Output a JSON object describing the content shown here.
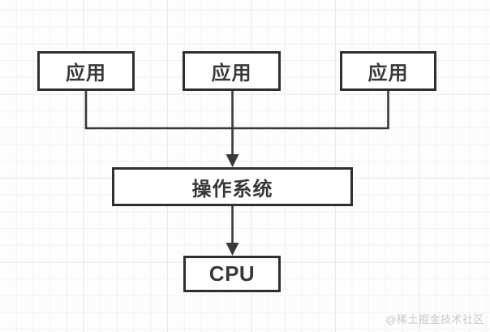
{
  "diagram": {
    "nodes": [
      {
        "id": "app1",
        "label": "应用"
      },
      {
        "id": "app2",
        "label": "应用"
      },
      {
        "id": "app3",
        "label": "应用"
      },
      {
        "id": "os",
        "label": "操作系统"
      },
      {
        "id": "cpu",
        "label": "CPU"
      }
    ],
    "edges": [
      {
        "from": "app1",
        "to": "os",
        "style": "elbow, merges into shared arrow"
      },
      {
        "from": "app2",
        "to": "os",
        "style": "straight, arrowhead down"
      },
      {
        "from": "app3",
        "to": "os",
        "style": "elbow, merges into shared arrow"
      },
      {
        "from": "os",
        "to": "cpu",
        "style": "straight, arrowhead down"
      }
    ]
  },
  "watermark": {
    "text": "@稀土掘金技术社区"
  },
  "colors": {
    "background": "#fdfdfe",
    "grid_minor": "#f1f1f5",
    "grid_major": "#e7e7ec",
    "node_fill": "#ffffff",
    "node_border": "#2f2f2f",
    "node_text": "#383838",
    "edge_stroke": "#383838",
    "watermark_text": "#c9c9cc"
  }
}
